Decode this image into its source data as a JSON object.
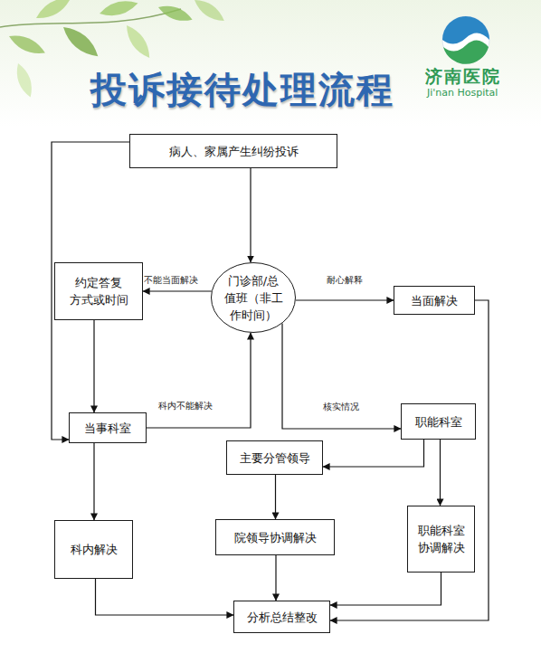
{
  "diagram": {
    "title": "投诉接待处理流程",
    "nodes": [
      {
        "text": [
          "病人、家属产生纠纷投诉"
        ]
      },
      {
        "text": [
          "约定答复 方式或时间"
        ]
      },
      {
        "text": [
          "门诊部/总 值班（非工 作时间）"
        ]
      },
      {
        "text": [
          "当面解决"
        ]
      },
      {
        "text": [
          "当事科室"
        ]
      },
      {
        "text": [
          "职能科室"
        ]
      },
      {
        "text": [
          "主要分管领导"
        ]
      },
      {
        "text": [
          "院领导协调解决"
        ]
      },
      {
        "text": [
          "职能科室 协调解决"
        ]
      },
      {
        "text": [
          "科内解决"
        ]
      },
      {
        "text": [
          "分析总结整改"
        ]
      }
    ],
    "edges": [
      {
        "from": 0,
        "to": 2,
        "arrow": "to"
      },
      {
        "from": 0,
        "to": 4,
        "arrow": "to"
      },
      {
        "from": 2,
        "to": 1,
        "label": "不能当面解决",
        "arrow": "to"
      },
      {
        "from": 2,
        "to": 3,
        "label": "耐心解释",
        "arrow": "to"
      },
      {
        "from": 1,
        "to": 4,
        "arrow": "to"
      },
      {
        "from": 4,
        "to": 2,
        "label": "科内不能解决",
        "arrow": "to"
      },
      {
        "from": 2,
        "to": 5,
        "label": "核实情况",
        "arrow": "to"
      },
      {
        "from": 5,
        "to": 6,
        "arrow": "to"
      },
      {
        "from": 5,
        "to": 8,
        "arrow": "to"
      },
      {
        "from": 6,
        "to": 7,
        "arrow": "to"
      },
      {
        "from": 7,
        "to": 10,
        "arrow": "to"
      },
      {
        "from": 8,
        "to": 10,
        "arrow": "to"
      },
      {
        "from": 3,
        "to": 10,
        "arrow": "to"
      },
      {
        "from": 4,
        "to": 9,
        "arrow": "to"
      },
      {
        "from": 9,
        "to": 10,
        "arrow": "to"
      }
    ],
    "labels": [
      "济南医院",
      "Ji'nan Hospital"
    ]
  }
}
